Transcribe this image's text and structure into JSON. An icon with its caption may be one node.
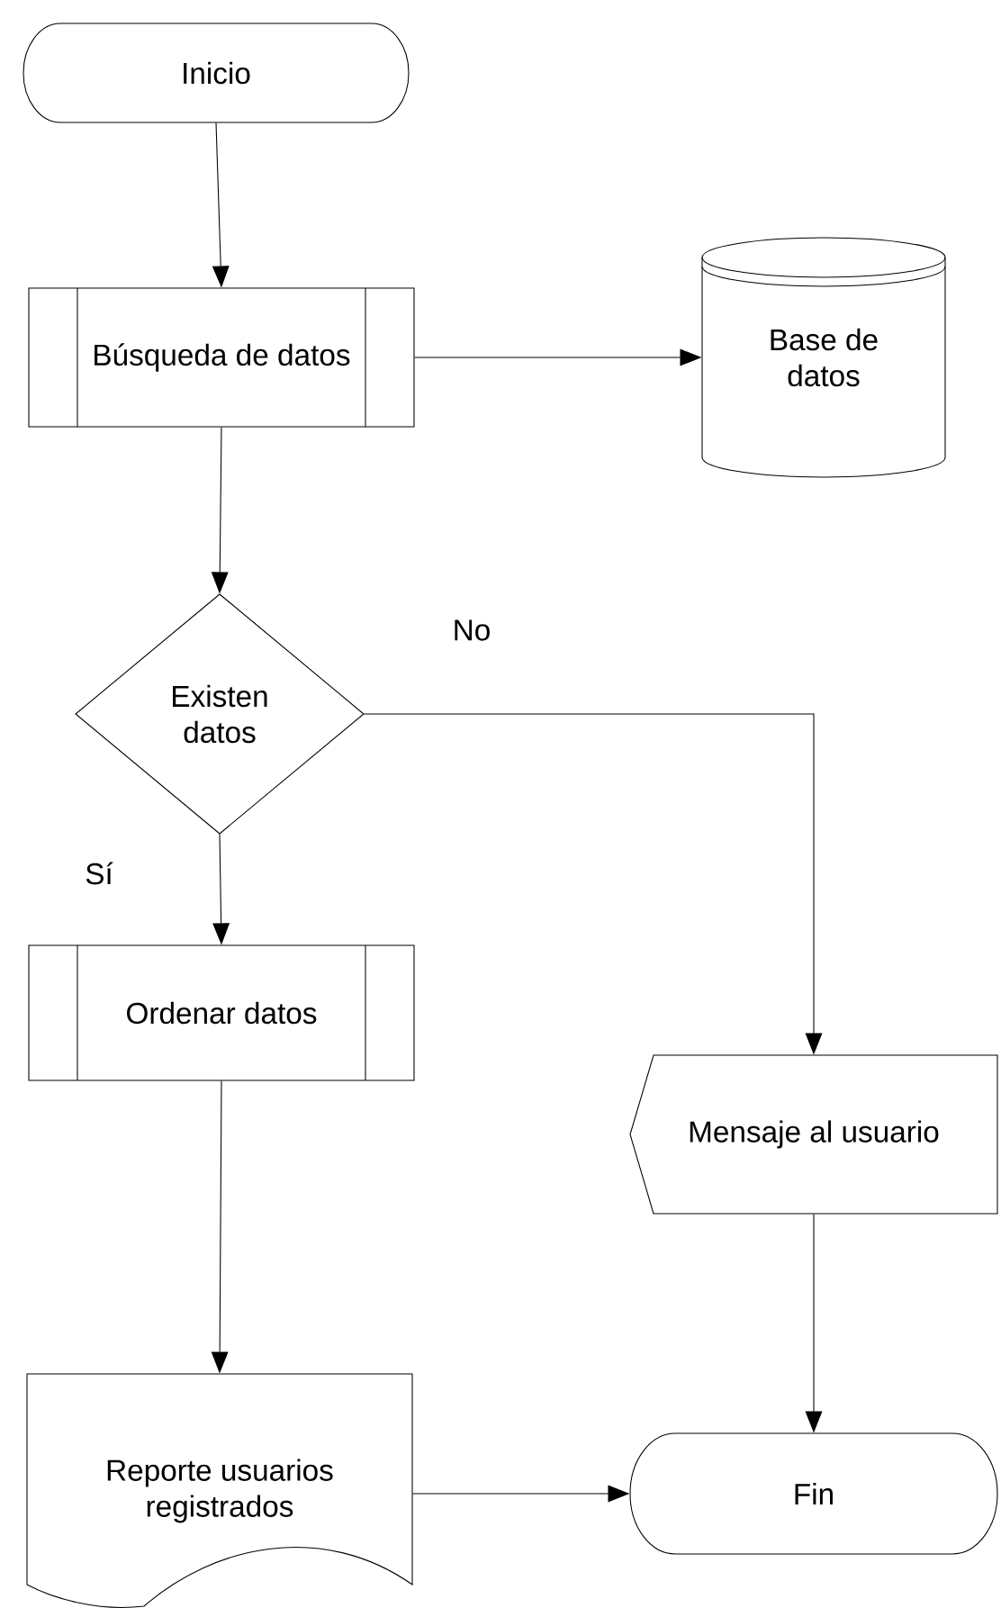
{
  "diagram": {
    "nodes": [
      {
        "text": [
          "Inicio"
        ]
      },
      {
        "text": [
          "Búsqueda de datos"
        ]
      },
      {
        "text": [
          "Base de datos"
        ]
      },
      {
        "text": [
          "Existen datos"
        ]
      },
      {
        "text": [
          "Ordenar datos"
        ]
      },
      {
        "text": [
          "Mensaje al usuario"
        ]
      },
      {
        "text": [
          "Reporte usuarios registrados"
        ]
      },
      {
        "text": [
          "Fin"
        ]
      }
    ],
    "edges": [
      {
        "from": 0,
        "to": 1,
        "arrow": "to"
      },
      {
        "from": 1,
        "to": 2,
        "arrow": "to"
      },
      {
        "from": 1,
        "to": 3,
        "arrow": "to"
      },
      {
        "from": 3,
        "to": 5,
        "arrow": "to",
        "label": "No"
      },
      {
        "from": 3,
        "to": 4,
        "arrow": "to",
        "label": "Sí"
      },
      {
        "from": 4,
        "to": 6,
        "arrow": "to"
      },
      {
        "from": 5,
        "to": 7,
        "arrow": "to"
      },
      {
        "from": 6,
        "to": 7,
        "arrow": "to"
      }
    ]
  }
}
